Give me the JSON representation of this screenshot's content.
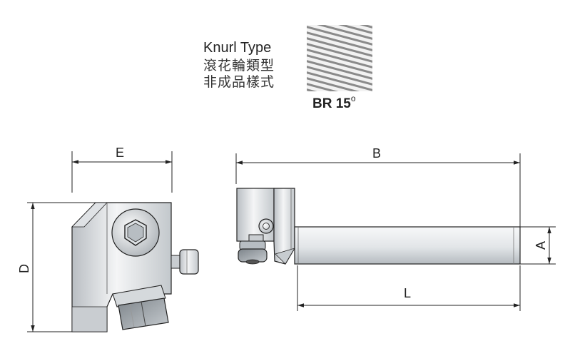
{
  "knurl": {
    "title": "Knurl Type",
    "line_cn_1": "滾花輪類型",
    "line_cn_2": "非成品樣式",
    "pattern_label": "BR 15",
    "pattern_unit": "o"
  },
  "dimensions": {
    "E": "E",
    "D": "D",
    "B": "B",
    "A": "A",
    "L": "L"
  },
  "colors": {
    "line": "#222222",
    "body_light": "#eef0f2",
    "body_mid": "#cfd3d7",
    "body_dark": "#9aa0a6",
    "knurl_stripe": "#8a8a8a"
  }
}
